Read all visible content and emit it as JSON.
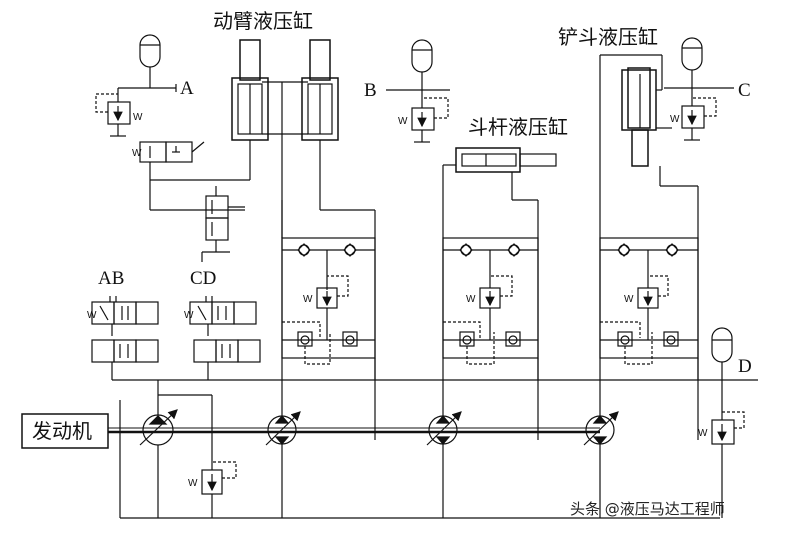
{
  "labels": {
    "boom_cylinder": "动臂液压缸",
    "arm_cylinder": "斗杆液压缸",
    "bucket_cylinder": "铲斗液压缸",
    "engine": "发动机",
    "port_a": "A",
    "port_b": "B",
    "port_c": "C",
    "port_d": "D",
    "port_ab": "AB",
    "port_cd": "CD",
    "w": "W"
  },
  "watermark": {
    "text": "头条 @液压马达工程师"
  },
  "icons": {
    "accumulator": "accumulator-icon",
    "pump": "variable-pump-icon",
    "relief_valve": "relief-valve-icon",
    "check_valve": "check-valve-icon",
    "directional_valve": "directional-valve-icon"
  }
}
